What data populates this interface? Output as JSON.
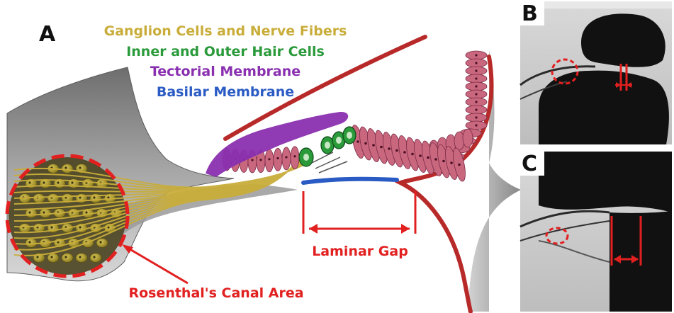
{
  "panels": {
    "a": "A",
    "b": "B",
    "c": "C"
  },
  "legend": [
    {
      "text": "Ganglion Cells and Nerve Fibers",
      "color": "#c9ad3a"
    },
    {
      "text": "Inner and Outer Hair Cells",
      "color": "#2a9a3a"
    },
    {
      "text": "Tectorial Membrane",
      "color": "#8a2fb0"
    },
    {
      "text": "Basilar Membrane",
      "color": "#2a5bc4"
    }
  ],
  "annotations": {
    "laminar_gap": "Laminar Gap",
    "rosenthal": "Rosenthal's Canal Area"
  },
  "colors": {
    "annotation_red": "#e22020",
    "bone_gray": "#8e8e8e",
    "nerve_gold": "#c9ad3a",
    "hair_cell_green": "#2a9a3a",
    "tectorial_purple": "#8a2fb0",
    "basilar_blue": "#2a5bc4",
    "organ_pink": "#c9677f",
    "ligament_red": "#b82a2a"
  }
}
